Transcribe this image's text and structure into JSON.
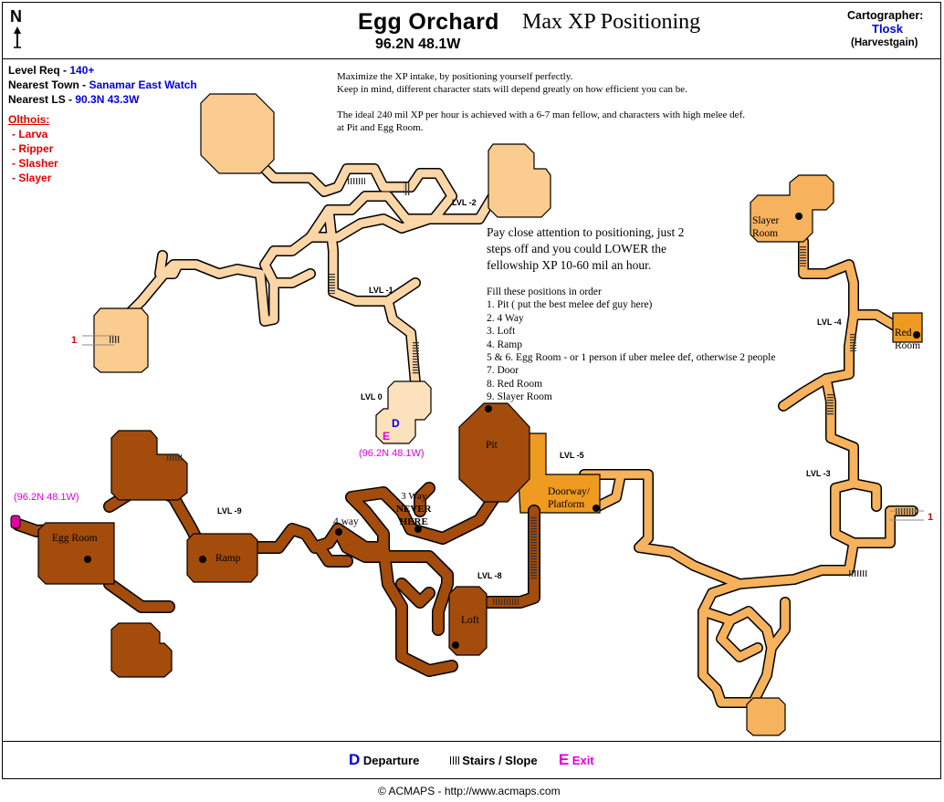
{
  "header": {
    "north": "N",
    "title": "Egg Orchard",
    "subtitle": "Max XP Positioning",
    "coords": "96.2N 48.1W",
    "cartographer_label": "Cartographer:",
    "cartographer_name": "Tlosk",
    "cartographer_server": "(Harvestgain)"
  },
  "info": {
    "level_label": "Level Req - ",
    "level_value": "140+",
    "town_label": "Nearest Town - ",
    "town_value": "Sanamar East Watch",
    "ls_label": "Nearest LS - ",
    "ls_value": "90.3N 43.3W",
    "creatures_title": "Olthois:",
    "creatures": [
      "- Larva",
      "- Ripper",
      "- Slasher",
      "- Slayer"
    ]
  },
  "notes": {
    "intro1": "Maximize the XP intake, by positioning yourself perfectly.",
    "intro2": "Keep in mind, different character stats will depend greatly on how efficient you can be.",
    "intro3": "The ideal 240 mil XP per hour is achieved with a 6-7 man fellow, and characters with high melee def.",
    "intro4": "at Pit and Egg Room.",
    "warning1": "Pay close attention to positioning, just 2",
    "warning2": "steps off and you could LOWER the",
    "warning3": "fellowship XP 10-60 mil an hour.",
    "order_title": "Fill these positions in order",
    "order": [
      "1.  Pit ( put the best melee def guy here)",
      "2.  4 Way",
      "3.  Loft",
      "4.  Ramp",
      "5 & 6.  Egg Room - or 1 person if uber melee def, otherwise 2 people",
      "7.  Door",
      "8.  Red Room",
      "9.  Slayer Room"
    ]
  },
  "map": {
    "levels": {
      "lvl_m2": "LVL -2",
      "lvl_m1": "LVL -1",
      "lvl_0": "LVL 0",
      "lvl_m4": "LVL -4",
      "lvl_m3": "LVL -3",
      "lvl_m5": "LVL -5",
      "lvl_m9": "LVL -9",
      "lvl_m8": "LVL -8"
    },
    "rooms": {
      "slayer1": "Slayer",
      "slayer2": "Room",
      "red1": "Red",
      "red2": "Room",
      "pit": "Pit",
      "doorway1": "Doorway/",
      "doorway2": "Platform",
      "eggroom": "Egg Room",
      "ramp": "Ramp",
      "fourway": "4 way",
      "threeway1": "3 Way",
      "threeway2": "NEVER",
      "threeway3": "HERE",
      "loft": "Loft"
    },
    "markers": {
      "departure_letter": "D",
      "exit_letter": "E",
      "portal_left": "1",
      "portal_right": "1",
      "coord_center": "(96.2N 48.1W)",
      "coord_left": "(96.2N 48.1W)"
    },
    "colors": {
      "lightest": "#fce1bd",
      "light": "#fbcc8f",
      "medium": "#f6b25c",
      "orange": "#ef9a21",
      "dark": "#a34c0c",
      "outline": "#000000"
    }
  },
  "legend": {
    "d_letter": "D",
    "departure": "Departure",
    "stairs": "Stairs / Slope",
    "e_letter": "E",
    "exit": "Exit"
  },
  "footer": {
    "copyright": "© ACMAPS - http://www.acmaps.com"
  }
}
